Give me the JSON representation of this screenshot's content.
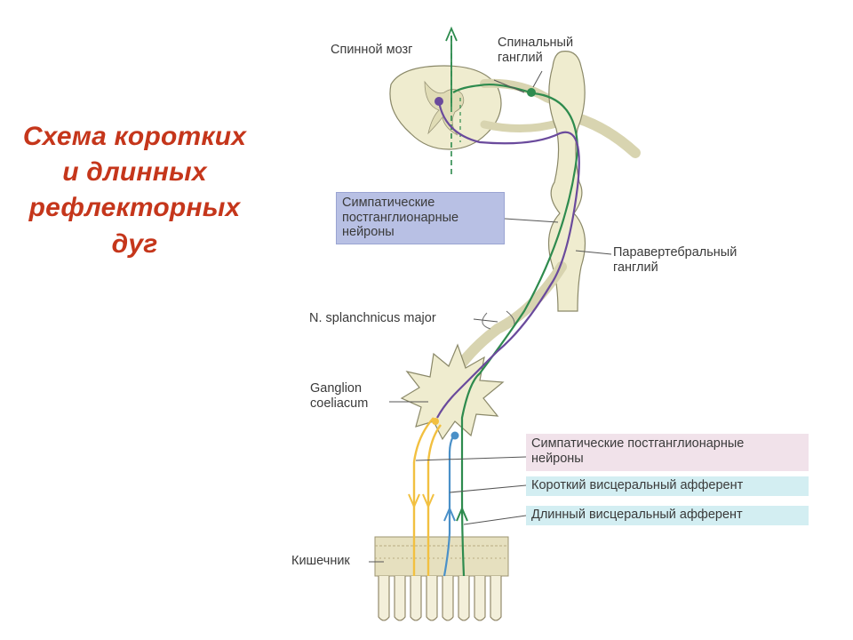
{
  "title": "Схема коротких\nи длинных\nрефлекторных\nдуг",
  "labels": {
    "spinal_cord": "Спинной мозг",
    "spinal_ganglion": "Спинальный\nганглий",
    "sympathetic_postganglionic_top": "Симпатические\nпостганглионарные\nнейроны",
    "paravertebral_ganglion": "Паравертебральный\nганглий",
    "splanchnic_nerve": "N. splanchnicus major",
    "ganglion_coeliacum": "Ganglion\ncoeliacum",
    "sympathetic_postganglionic_bottom": "Симпатические постганглионарные\nнейроны",
    "short_afferent": "Короткий висцеральный афферент",
    "long_afferent": "Длинный висцеральный афферент",
    "intestine": "Кишечник"
  },
  "colors": {
    "title": "#c5361b",
    "green_pathway": "#2e8b4e",
    "purple_pathway": "#6a4a9c",
    "blue_pathway": "#4a90c8",
    "yellow_pathway": "#f2c040",
    "tissue": "#efeccf"
  }
}
